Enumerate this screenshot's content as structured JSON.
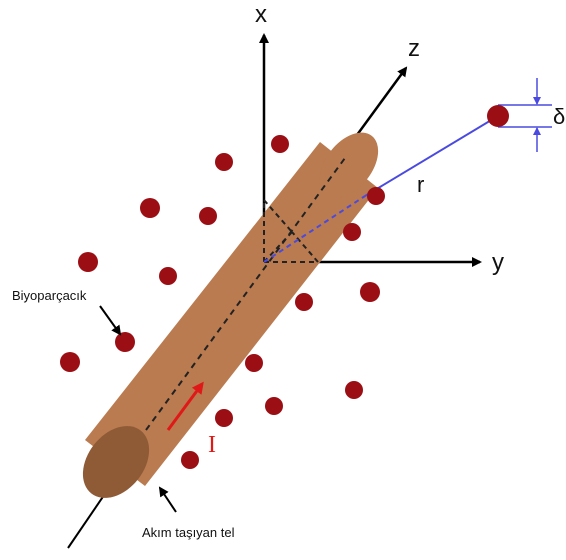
{
  "labels": {
    "axis_x": "x",
    "axis_y": "y",
    "axis_z": "z",
    "radius": "r",
    "delta": "δ",
    "current": "I",
    "bioparticle": "Biyoparçacık",
    "wire": "Akım taşıyan tel"
  },
  "colors": {
    "wire": "#b97b4f",
    "wire_end": "#8f5a36",
    "particle": "#9b0e14",
    "radius_line": "#4a4ae0",
    "current_arrow": "#e01818"
  }
}
